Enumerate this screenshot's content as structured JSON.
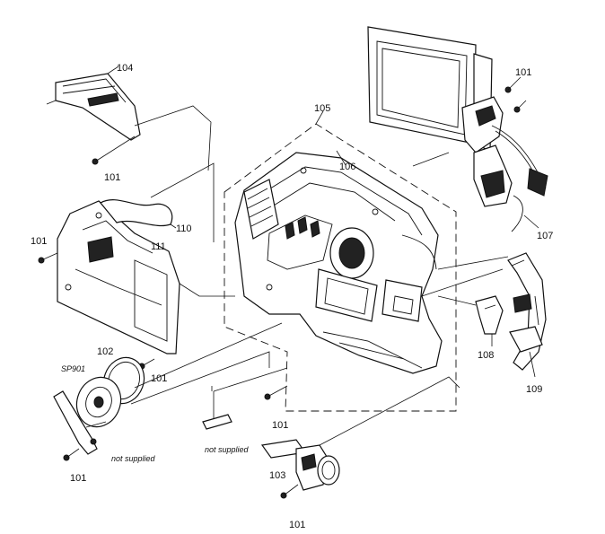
{
  "callouts": {
    "c104": "104",
    "c101_top_right": "101",
    "c105": "105",
    "c106": "106",
    "c101_under_104": "101",
    "c110": "110",
    "c101_left": "101",
    "c111": "111",
    "c107": "107",
    "c102": "102",
    "sp901": "SP901",
    "c101_under_board": "101",
    "c108": "108",
    "c109": "109",
    "c101_bottom_left": "101",
    "c101_center": "101",
    "c103": "103",
    "c101_bottom": "101"
  },
  "notes": {
    "not_supplied_left": "not supplied",
    "not_supplied_center": "not supplied"
  }
}
